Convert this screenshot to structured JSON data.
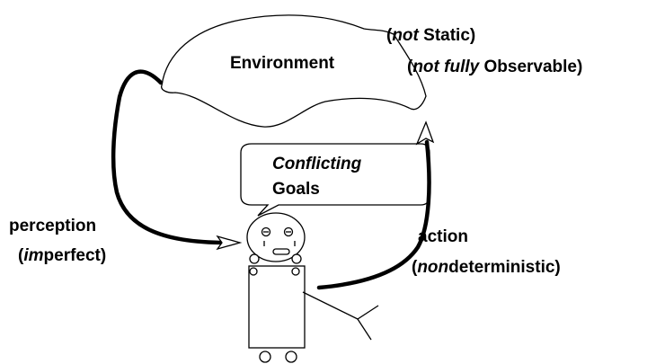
{
  "environment": {
    "label": "Environment",
    "not_static": {
      "emph": "not",
      "rest": " Static)",
      "open": "("
    },
    "not_observable": {
      "emph": "not fully",
      "rest": " Observable)",
      "open": "("
    }
  },
  "speech_bubble": {
    "line1": "Conflicting",
    "line2": "Goals"
  },
  "perception": {
    "label": "perception",
    "qualifier_open": "(",
    "qualifier_emph": "im",
    "qualifier_rest": "perfect)"
  },
  "action": {
    "label": "action",
    "qualifier_open": "(",
    "qualifier_emph": "non",
    "qualifier_rest": "deterministic)"
  }
}
